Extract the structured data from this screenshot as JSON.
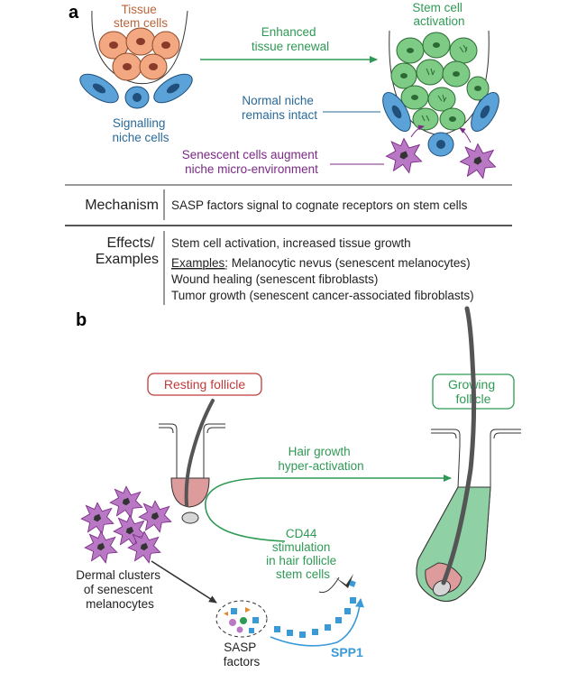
{
  "panel_a": {
    "label": "a",
    "tissue_stem_cells": [
      "Tissue",
      "stem cells"
    ],
    "signalling_niche_cells": [
      "Signalling",
      "niche cells"
    ],
    "enhanced_renewal": [
      "Enhanced",
      "tissue renewal"
    ],
    "stem_cell_activation": [
      "Stem cell",
      "activation"
    ],
    "normal_niche": [
      "Normal niche",
      "remains intact"
    ],
    "senescent_augment": [
      "Senescent cells augment",
      "niche micro-environment"
    ],
    "table": {
      "mechanism_header": "Mechanism",
      "mechanism_text": "SASP factors signal to cognate receptors on stem cells",
      "effects_header": [
        "Effects/",
        "Examples"
      ],
      "effects_line1": "Stem cell activation, increased tissue growth",
      "examples_prefix": "Examples",
      "examples_line1": ": Melanocytic nevus (senescent melanocytes)",
      "examples_line2": "Wound healing (senescent fibroblasts)",
      "examples_line3": "Tumor growth (senescent cancer-associated fibroblasts)"
    }
  },
  "panel_b": {
    "label": "b",
    "resting_follicle": "Resting follicle",
    "growing_follicle": [
      "Growing",
      "follicle"
    ],
    "hair_growth": [
      "Hair growth",
      "hyper-activation"
    ],
    "cd44": [
      "CD44",
      "stimulation",
      "in hair follicle",
      "stem cells"
    ],
    "dermal_clusters": [
      "Dermal clusters",
      "of senescent",
      "melanocytes"
    ],
    "sasp_factors": [
      "SASP",
      "factors"
    ],
    "spp1": "SPP1"
  },
  "colors": {
    "stem_orange": "#f4a882",
    "stem_green": "#7dcb84",
    "niche_blue": "#5aa2d8",
    "senescent_purple": "#b978c4",
    "label_brown": "#b8653a",
    "label_green": "#2f9a55",
    "label_blue": "#2a6a99",
    "label_purple": "#7b2a86",
    "resting_red": "#c13a3a",
    "spp1_blue": "#3a9ad8"
  }
}
